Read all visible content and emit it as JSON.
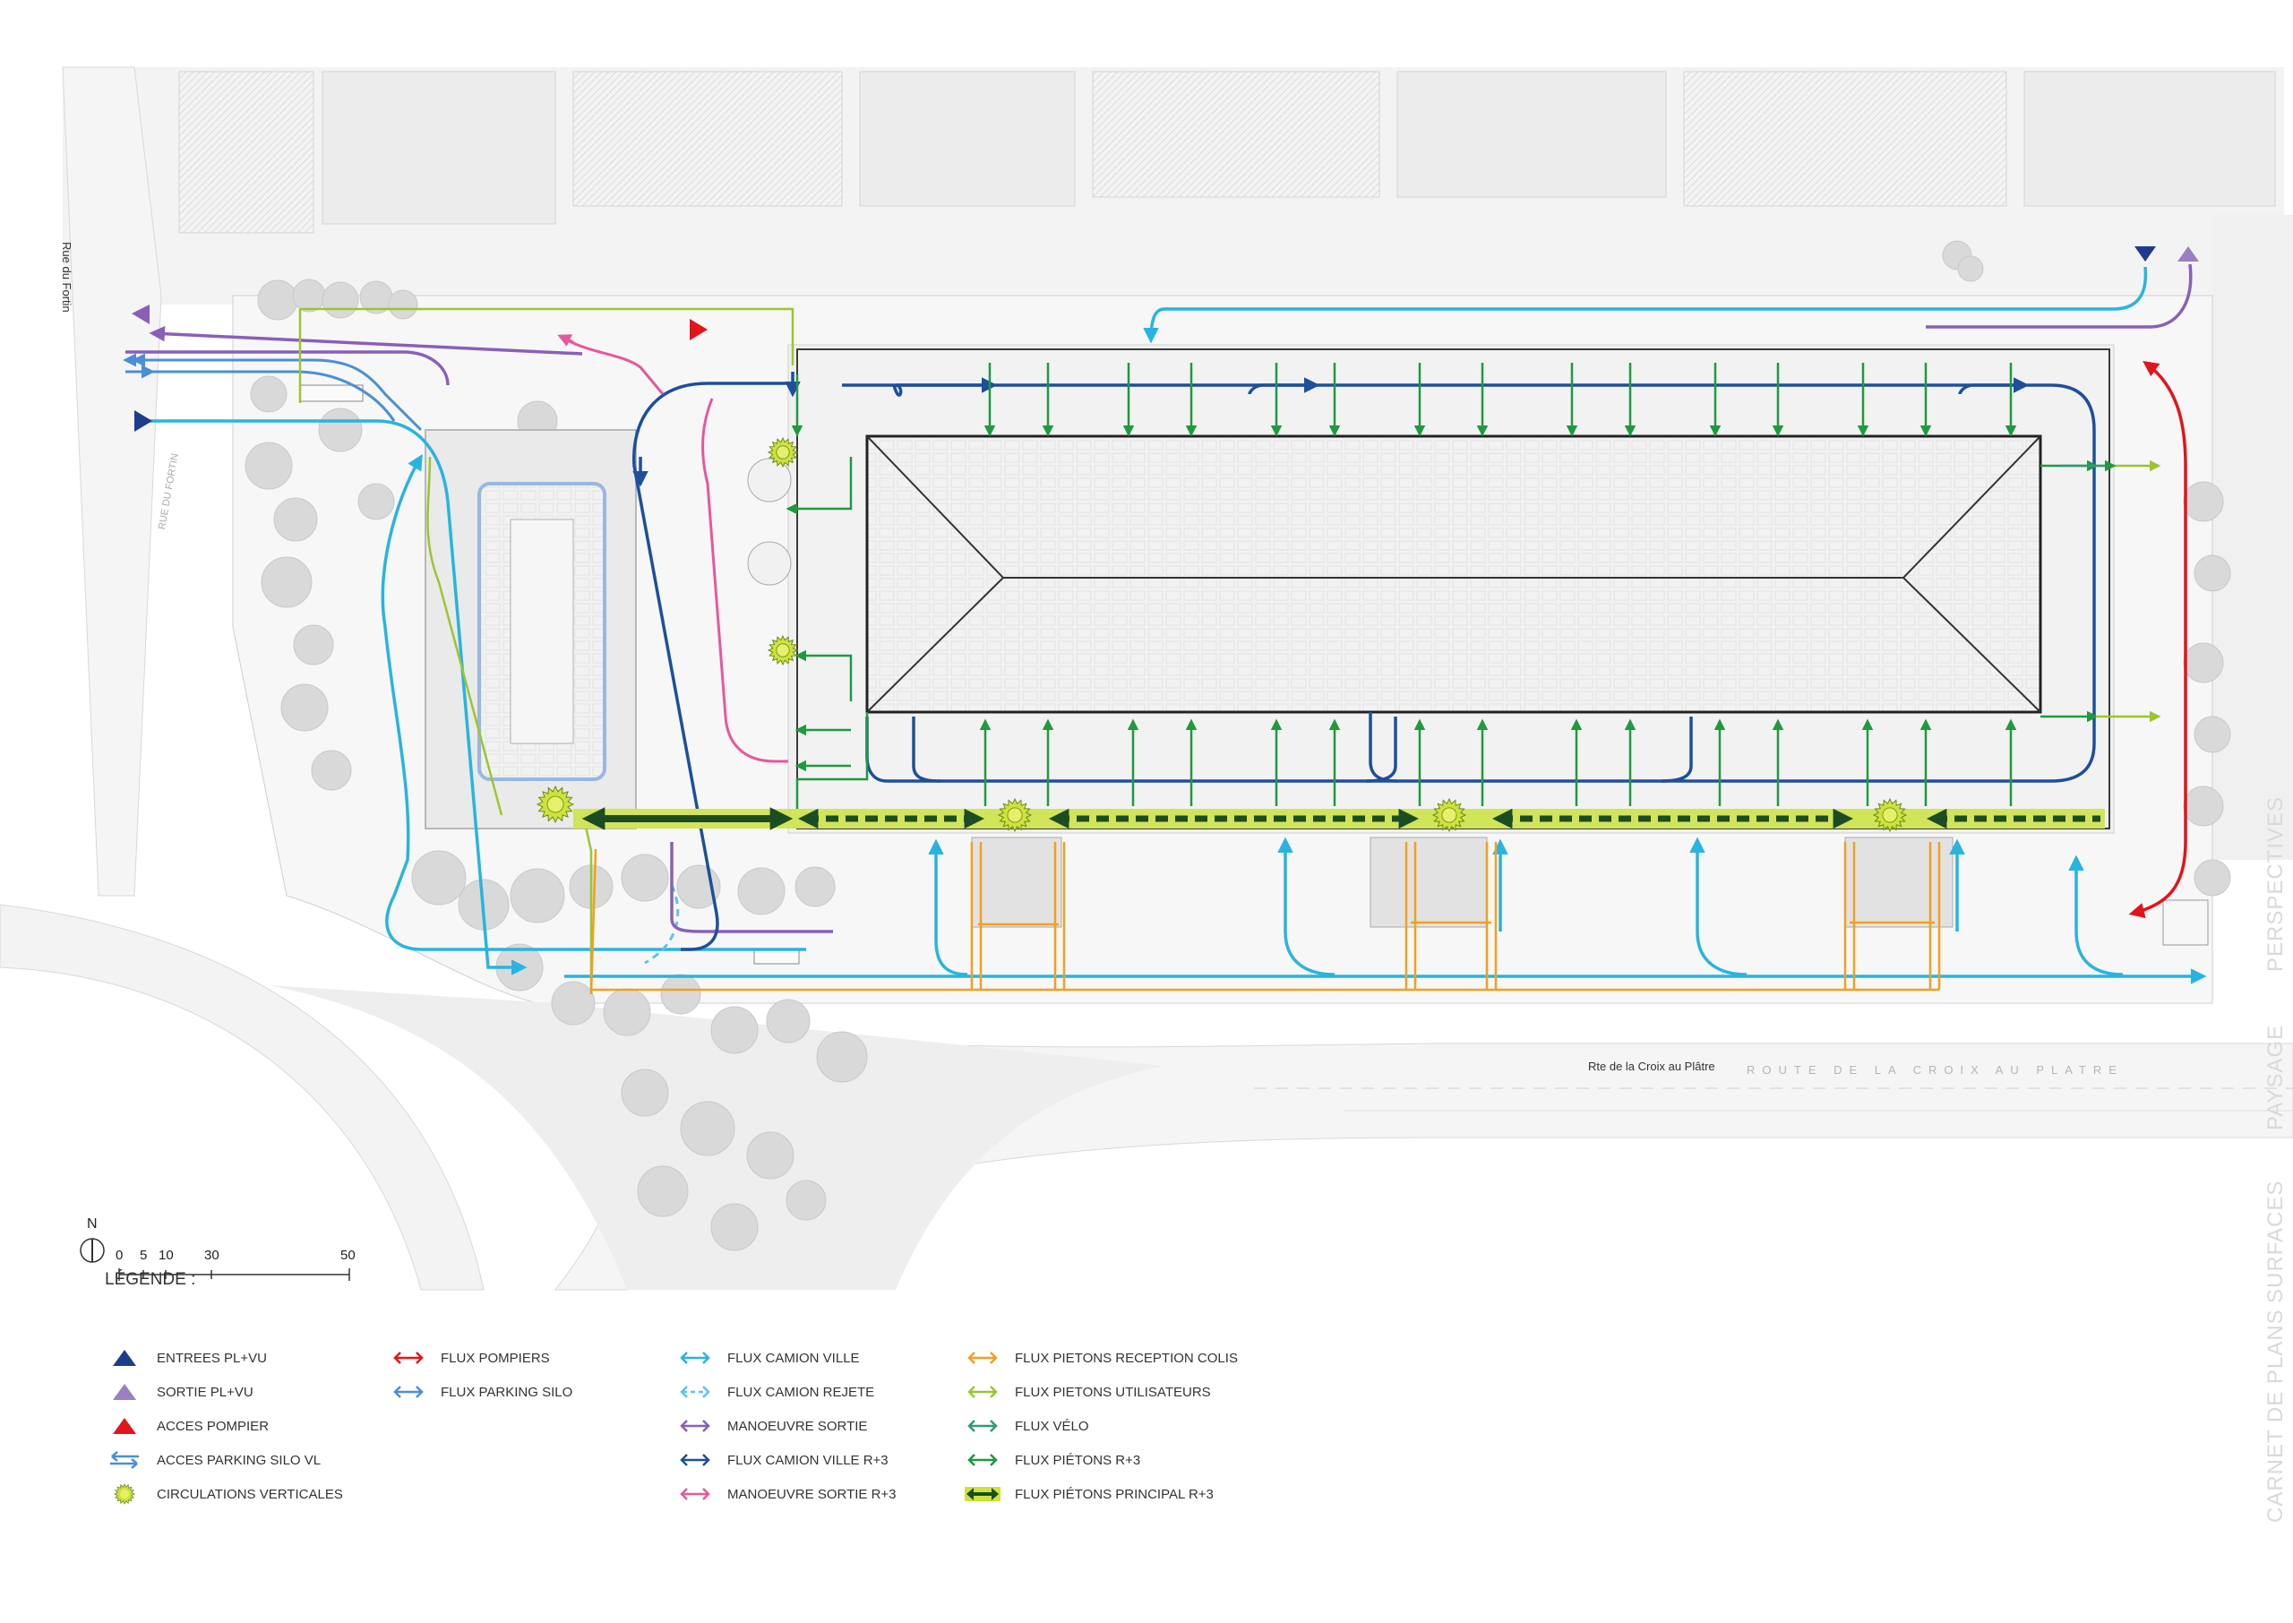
{
  "streets": {
    "rue_du_fortin": "Rue du Fortin",
    "rte_croix_platre": "Rte de la Croix au Plâtre",
    "rue_fortin_small": "RUE DU FORTIN",
    "route_croix_platre_big": "ROUTE DE LA CROIX AU PLATRE"
  },
  "side_tabs": [
    "PERSPECTIVES",
    "PAYSAGE",
    "SURFACES",
    "CARNET DE PLANS"
  ],
  "north_label": "N",
  "scale_ticks": [
    "0",
    "5",
    "10",
    "30",
    "50"
  ],
  "legend": {
    "title": "LÉGENDE :",
    "columns": [
      [
        {
          "label": "ENTREES PL+VU",
          "icon": "triangle-up-navy",
          "color": "#1f3b8c"
        },
        {
          "label": "SORTIE PL+VU",
          "icon": "triangle-up-purple",
          "color": "#9b7ec4"
        },
        {
          "label": "ACCES POMPIER",
          "icon": "triangle-up-red",
          "color": "#e3141b"
        },
        {
          "label": "ACCES PARKING SILO VL",
          "icon": "double-arrow-blue",
          "color": "#4a8fd6"
        },
        {
          "label": "CIRCULATIONS VERTICALES",
          "icon": "sunburst-green",
          "color": "#b9d532"
        }
      ],
      [
        {
          "label": "FLUX POMPIERS",
          "icon": "arrow-double-red",
          "color": "#e3141b"
        },
        {
          "label": "FLUX PARKING SILO",
          "icon": "arrow-double-lightblue",
          "color": "#4a8fd6"
        }
      ],
      [
        {
          "label": "FLUX CAMION VILLE",
          "icon": "arrow-double-cyan",
          "color": "#28b4e0"
        },
        {
          "label": "FLUX CAMION REJETE",
          "icon": "arrow-double-cyan-dashed",
          "color": "#5cc4ea"
        },
        {
          "label": "MANOEUVRE SORTIE",
          "icon": "arrow-double-purple",
          "color": "#8a5fb8"
        },
        {
          "label": "FLUX CAMION VILLE R+3",
          "icon": "arrow-double-navy",
          "color": "#1d4f9c"
        },
        {
          "label": "MANOEUVRE SORTIE R+3",
          "icon": "arrow-double-pink",
          "color": "#e8579b"
        }
      ],
      [
        {
          "label": "FLUX PIETONS RECEPTION COLIS",
          "icon": "arrow-double-orange",
          "color": "#f0a020"
        },
        {
          "label": "FLUX PIETONS UTILISATEURS",
          "icon": "arrow-double-lime",
          "color": "#9cc530"
        },
        {
          "label": "FLUX VÉLO",
          "icon": "arrow-double-teal",
          "color": "#2e9a78"
        },
        {
          "label": "FLUX PIÉTONS  R+3",
          "icon": "arrow-double-green",
          "color": "#1f9a3e"
        },
        {
          "label": "FLUX PIÉTONS PRINCIPAL R+3",
          "icon": "arrow-double-darkgreen-band",
          "color": "#1c4d22"
        }
      ]
    ]
  },
  "colors": {
    "navy": "#1f3b8c",
    "purple": "#8a5fb8",
    "red": "#e3141b",
    "cyan": "#28b4e0",
    "lightblue": "#4a8fd6",
    "pink": "#e8579b",
    "green": "#1f9a3e",
    "darkgreen": "#1c4d22",
    "lime": "#b9d532",
    "orange": "#f0a020",
    "site_gray": "#e9e9e9",
    "tree_gray": "#d4d4d4"
  }
}
